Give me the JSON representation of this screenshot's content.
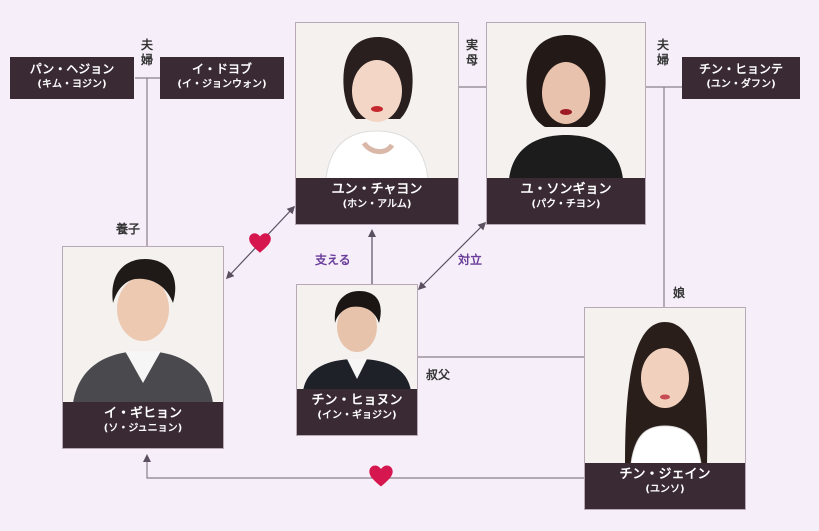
{
  "people": {
    "pan": {
      "name": "パン・ヘジョン",
      "actor": "(キム・ヨジン)"
    },
    "lee_dy": {
      "name": "イ・ドヨブ",
      "actor": "(イ・ジョンウォン)"
    },
    "yun": {
      "name": "ユン・チャヨン",
      "actor": "(ホン・アルム)"
    },
    "yu": {
      "name": "ユ・ソンギョン",
      "actor": "(パク・チヨン)"
    },
    "chin_ht": {
      "name": "チン・ヒョンテ",
      "actor": "(ユン・ダフン)"
    },
    "lee_gh": {
      "name": "イ・ギヒョン",
      "actor": "(ソ・ジュニョン)"
    },
    "chin_hn": {
      "name": "チン・ヒョヌン",
      "actor": "(イン・ギョジン)"
    },
    "chin_je": {
      "name": "チン・ジェイン",
      "actor": "(ユンソ)"
    }
  },
  "relations": {
    "fufu1": [
      "夫",
      "婦"
    ],
    "jitsubo": [
      "実",
      "母"
    ],
    "fufu2": [
      "夫",
      "婦"
    ],
    "yoshi": "養子",
    "sasaeru": "支える",
    "tairitsu": "対立",
    "musume": "娘",
    "shukufu": "叔父"
  },
  "colors": {
    "background": "#f6effa",
    "label_bg": "#3a2a34",
    "line": "#8a7f88",
    "heart": "#d6174f",
    "accent_text": "#6a3d9a"
  }
}
